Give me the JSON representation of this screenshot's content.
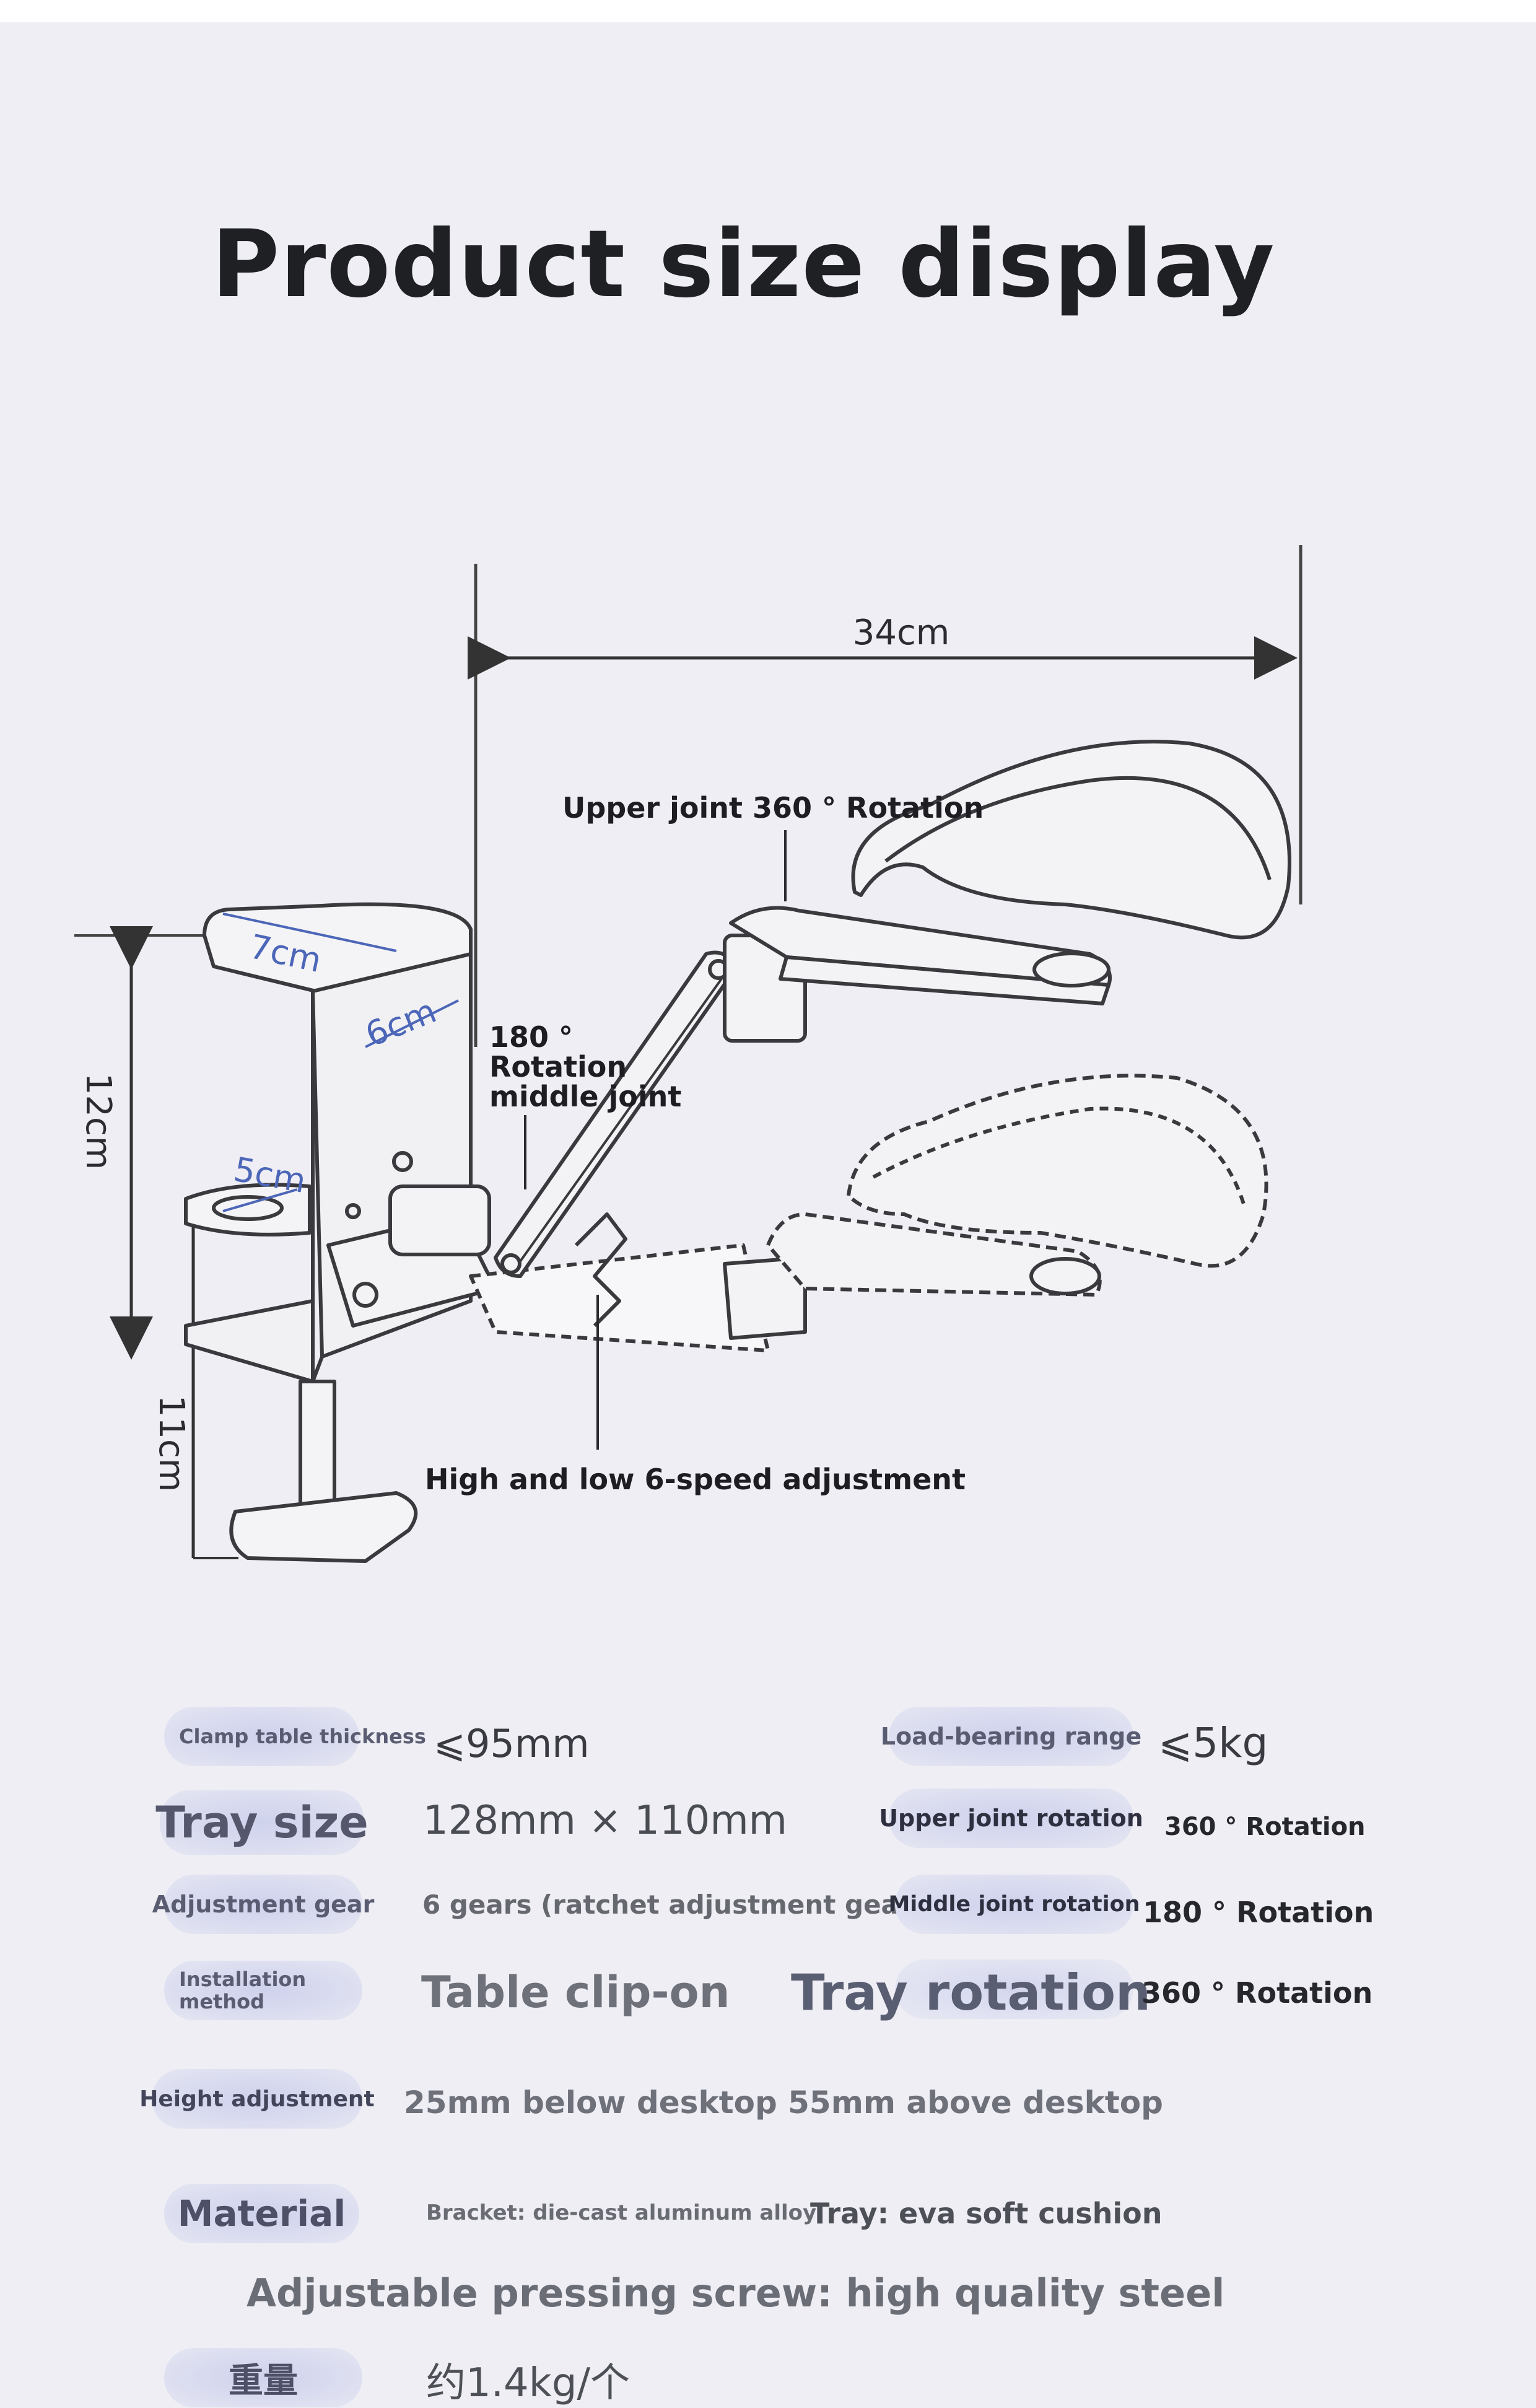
{
  "title": "Product size display",
  "diagram": {
    "dim_width": "34cm",
    "dim_height": "12cm",
    "dim_post": "11cm",
    "dim_top": "7cm",
    "dim_side": "6cm",
    "dim_clamp": "5cm",
    "callout_upper": "Upper joint 360 ° Rotation",
    "callout_middle_1": "180 °",
    "callout_middle_2": "Rotation",
    "callout_middle_3": "middle joint",
    "callout_speed": "High and low 6-speed adjustment"
  },
  "specs": {
    "clamp_label": "Clamp table thickness",
    "clamp_value": "⩽95mm",
    "load_label": "Load-bearing range",
    "load_value": "⩽5kg",
    "tray_label": "Tray size",
    "tray_value": "128mm × 110mm",
    "upper_label": "Upper joint rotation",
    "upper_value": "360 ° Rotation",
    "gear_label": "Adjustment gear",
    "gear_value": "6 gears (ratchet adjustment gear)",
    "middle_label": "Middle joint rotation",
    "middle_value": "180 ° Rotation",
    "install_label": "Installation method",
    "install_value": "Table clip-on",
    "trayrot_label": "Tray rotation",
    "trayrot_value": "360 ° Rotation",
    "height_label": "Height adjustment",
    "height_value": "25mm below desktop 55mm above desktop",
    "material_label": "Material",
    "material_bracket": "Bracket: die-cast aluminum alloy",
    "material_tray": "Tray: eva soft cushion",
    "screw_line": "Adjustable pressing screw: high quality steel",
    "weight_label": "重量",
    "weight_value": "约1.4kg/个"
  }
}
